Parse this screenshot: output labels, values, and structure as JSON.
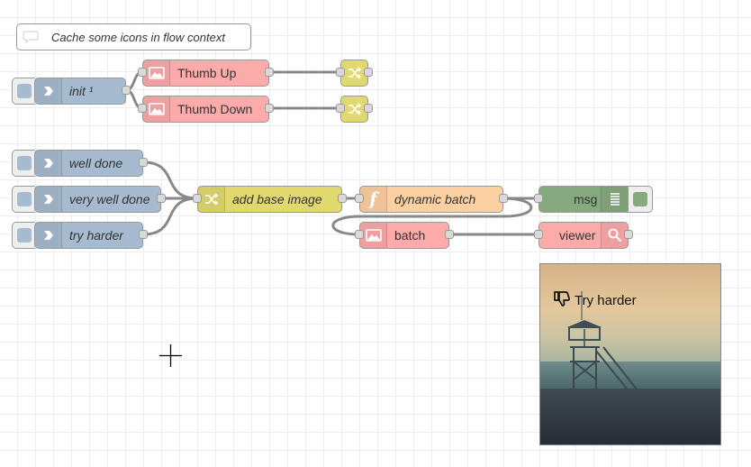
{
  "comment": {
    "label": "Cache some icons in flow context",
    "icon": "speech-bubble-icon"
  },
  "nodes": {
    "init": {
      "label": "init ¹",
      "icon": "inject-arrow-icon",
      "color": "#a6bbcf"
    },
    "thumb_up": {
      "label": "Thumb Up",
      "icon": "image-icon",
      "color": "#fdaaaa"
    },
    "thumb_down": {
      "label": "Thumb Down",
      "icon": "image-icon",
      "color": "#fdaaaa"
    },
    "change_up": {
      "icon": "shuffle-icon",
      "color": "#e2d96e"
    },
    "change_down": {
      "icon": "shuffle-icon",
      "color": "#e2d96e"
    },
    "well_done": {
      "label": "well done",
      "icon": "inject-arrow-icon",
      "color": "#a6bbcf"
    },
    "very_well_done": {
      "label": "very well done",
      "icon": "inject-arrow-icon",
      "color": "#a6bbcf"
    },
    "try_harder": {
      "label": "try harder",
      "icon": "inject-arrow-icon",
      "color": "#a6bbcf"
    },
    "add_base_image": {
      "label": "add base image",
      "icon": "shuffle-icon",
      "color": "#e2d96e"
    },
    "dynamic_batch": {
      "label": "dynamic batch",
      "icon": "function-icon",
      "color": "#fdd0a2"
    },
    "msg": {
      "label": "msg",
      "icon": "debug-list-icon",
      "color": "#87a980"
    },
    "batch": {
      "label": "batch",
      "icon": "image-icon",
      "color": "#fdaaaa"
    },
    "viewer": {
      "label": "viewer",
      "icon": "magnifier-icon",
      "color": "#fdaaaa"
    }
  },
  "viewer_output": {
    "overlay_text": "Try harder",
    "overlay_icon": "thumbs-down-icon"
  }
}
